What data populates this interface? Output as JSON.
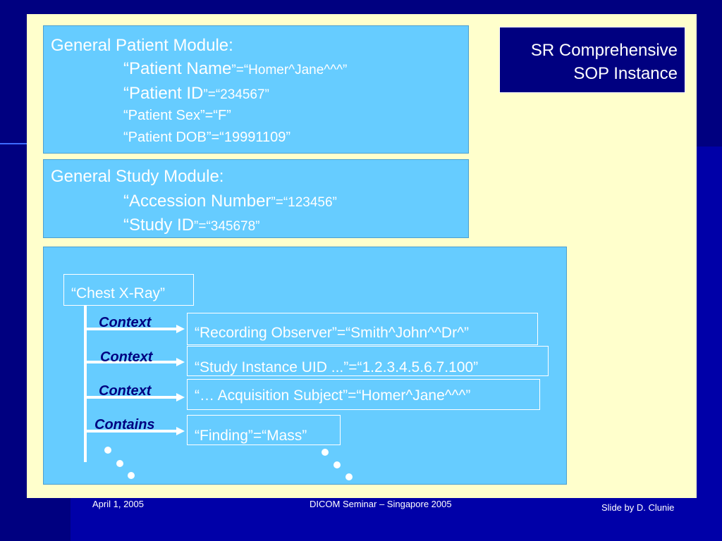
{
  "patient_module": {
    "heading": "General Patient Module:",
    "attributes": [
      {
        "name": "“Patient Name",
        "value": "”=“Homer^Jane^^^”"
      },
      {
        "name": "“Patient ID",
        "value": "”=“234567”"
      },
      {
        "name": "“Patient Sex”=“F”",
        "value": ""
      },
      {
        "name": "“Patient DOB”=“19991109”",
        "value": ""
      }
    ]
  },
  "study_module": {
    "heading": "General Study Module:",
    "attributes": [
      {
        "name": "“Accession Number",
        "value": "”=“123456”"
      },
      {
        "name": "“Study ID",
        "value": "”=“345678”"
      }
    ]
  },
  "sop_box": {
    "line1": "SR Comprehensive",
    "line2": "SOP Instance"
  },
  "tree": {
    "root": "“Chest X-Ray”",
    "relationships": [
      "Context",
      "Context",
      "Context",
      "Contains"
    ],
    "children": [
      "“Recording Observer”=“Smith^John^^Dr^”",
      "“Study Instance UID ...”=“1.2.3.4.5.6.7.100”",
      "“… Acquisition Subject”=“Homer^Jane^^^”",
      "“Finding”=“Mass”"
    ]
  },
  "footer": {
    "date": "April 1, 2005",
    "center": "DICOM Seminar – Singapore 2005",
    "credit": "Slide by D. Clunie"
  },
  "colors": {
    "background": "#0000A8",
    "panel": "#FFFFCC",
    "box": "#66CCFF",
    "sop_box": "#000080",
    "relationship_text": "#000080"
  }
}
